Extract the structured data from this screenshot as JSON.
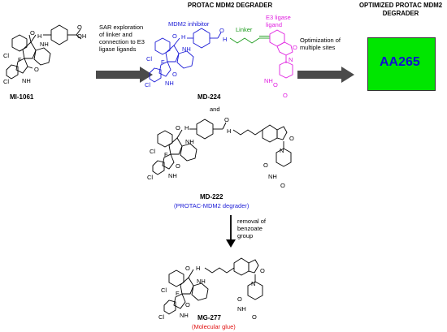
{
  "top_row": {
    "compound_1": {
      "name": "MI-1061"
    },
    "step_1_text": "SAR exploration of linker and connection to E3 ligase ligands",
    "middle_heading": "PROTAC MDM2 DEGRADER",
    "labels": {
      "mdm2": "MDM2 inhibitor",
      "linker": "Linker",
      "e3": "E3 ligase ligand"
    },
    "compound_2": {
      "name": "MD-224"
    },
    "step_2_text": "Optimization of multiple sites",
    "right_heading": "OPTIMIZED PROTAC MDM2 DEGRADER",
    "optimized": {
      "name": "AA265",
      "box_color": "#00e600",
      "text_color": "#1010d0"
    }
  },
  "and_text": "and",
  "compound_3": {
    "name": "MD-222",
    "subtitle": "(PROTAC-MDM2 degrader)",
    "subtitle_color": "#1a1ad6"
  },
  "step_3_text": "removal of benzoate group",
  "compound_4": {
    "name": "MG-277",
    "subtitle": "(Molecular glue)",
    "subtitle_color": "#e01010"
  },
  "atoms": {
    "cl": "Cl",
    "f": "F",
    "o": "O",
    "nh": "NH",
    "h": "H",
    "n": "N",
    "oh": "OH"
  },
  "colors": {
    "mdm2": "#1a1ad6",
    "linker": "#1a9a1a",
    "e3": "#e020e0",
    "arrow": "#4a4a4a"
  }
}
